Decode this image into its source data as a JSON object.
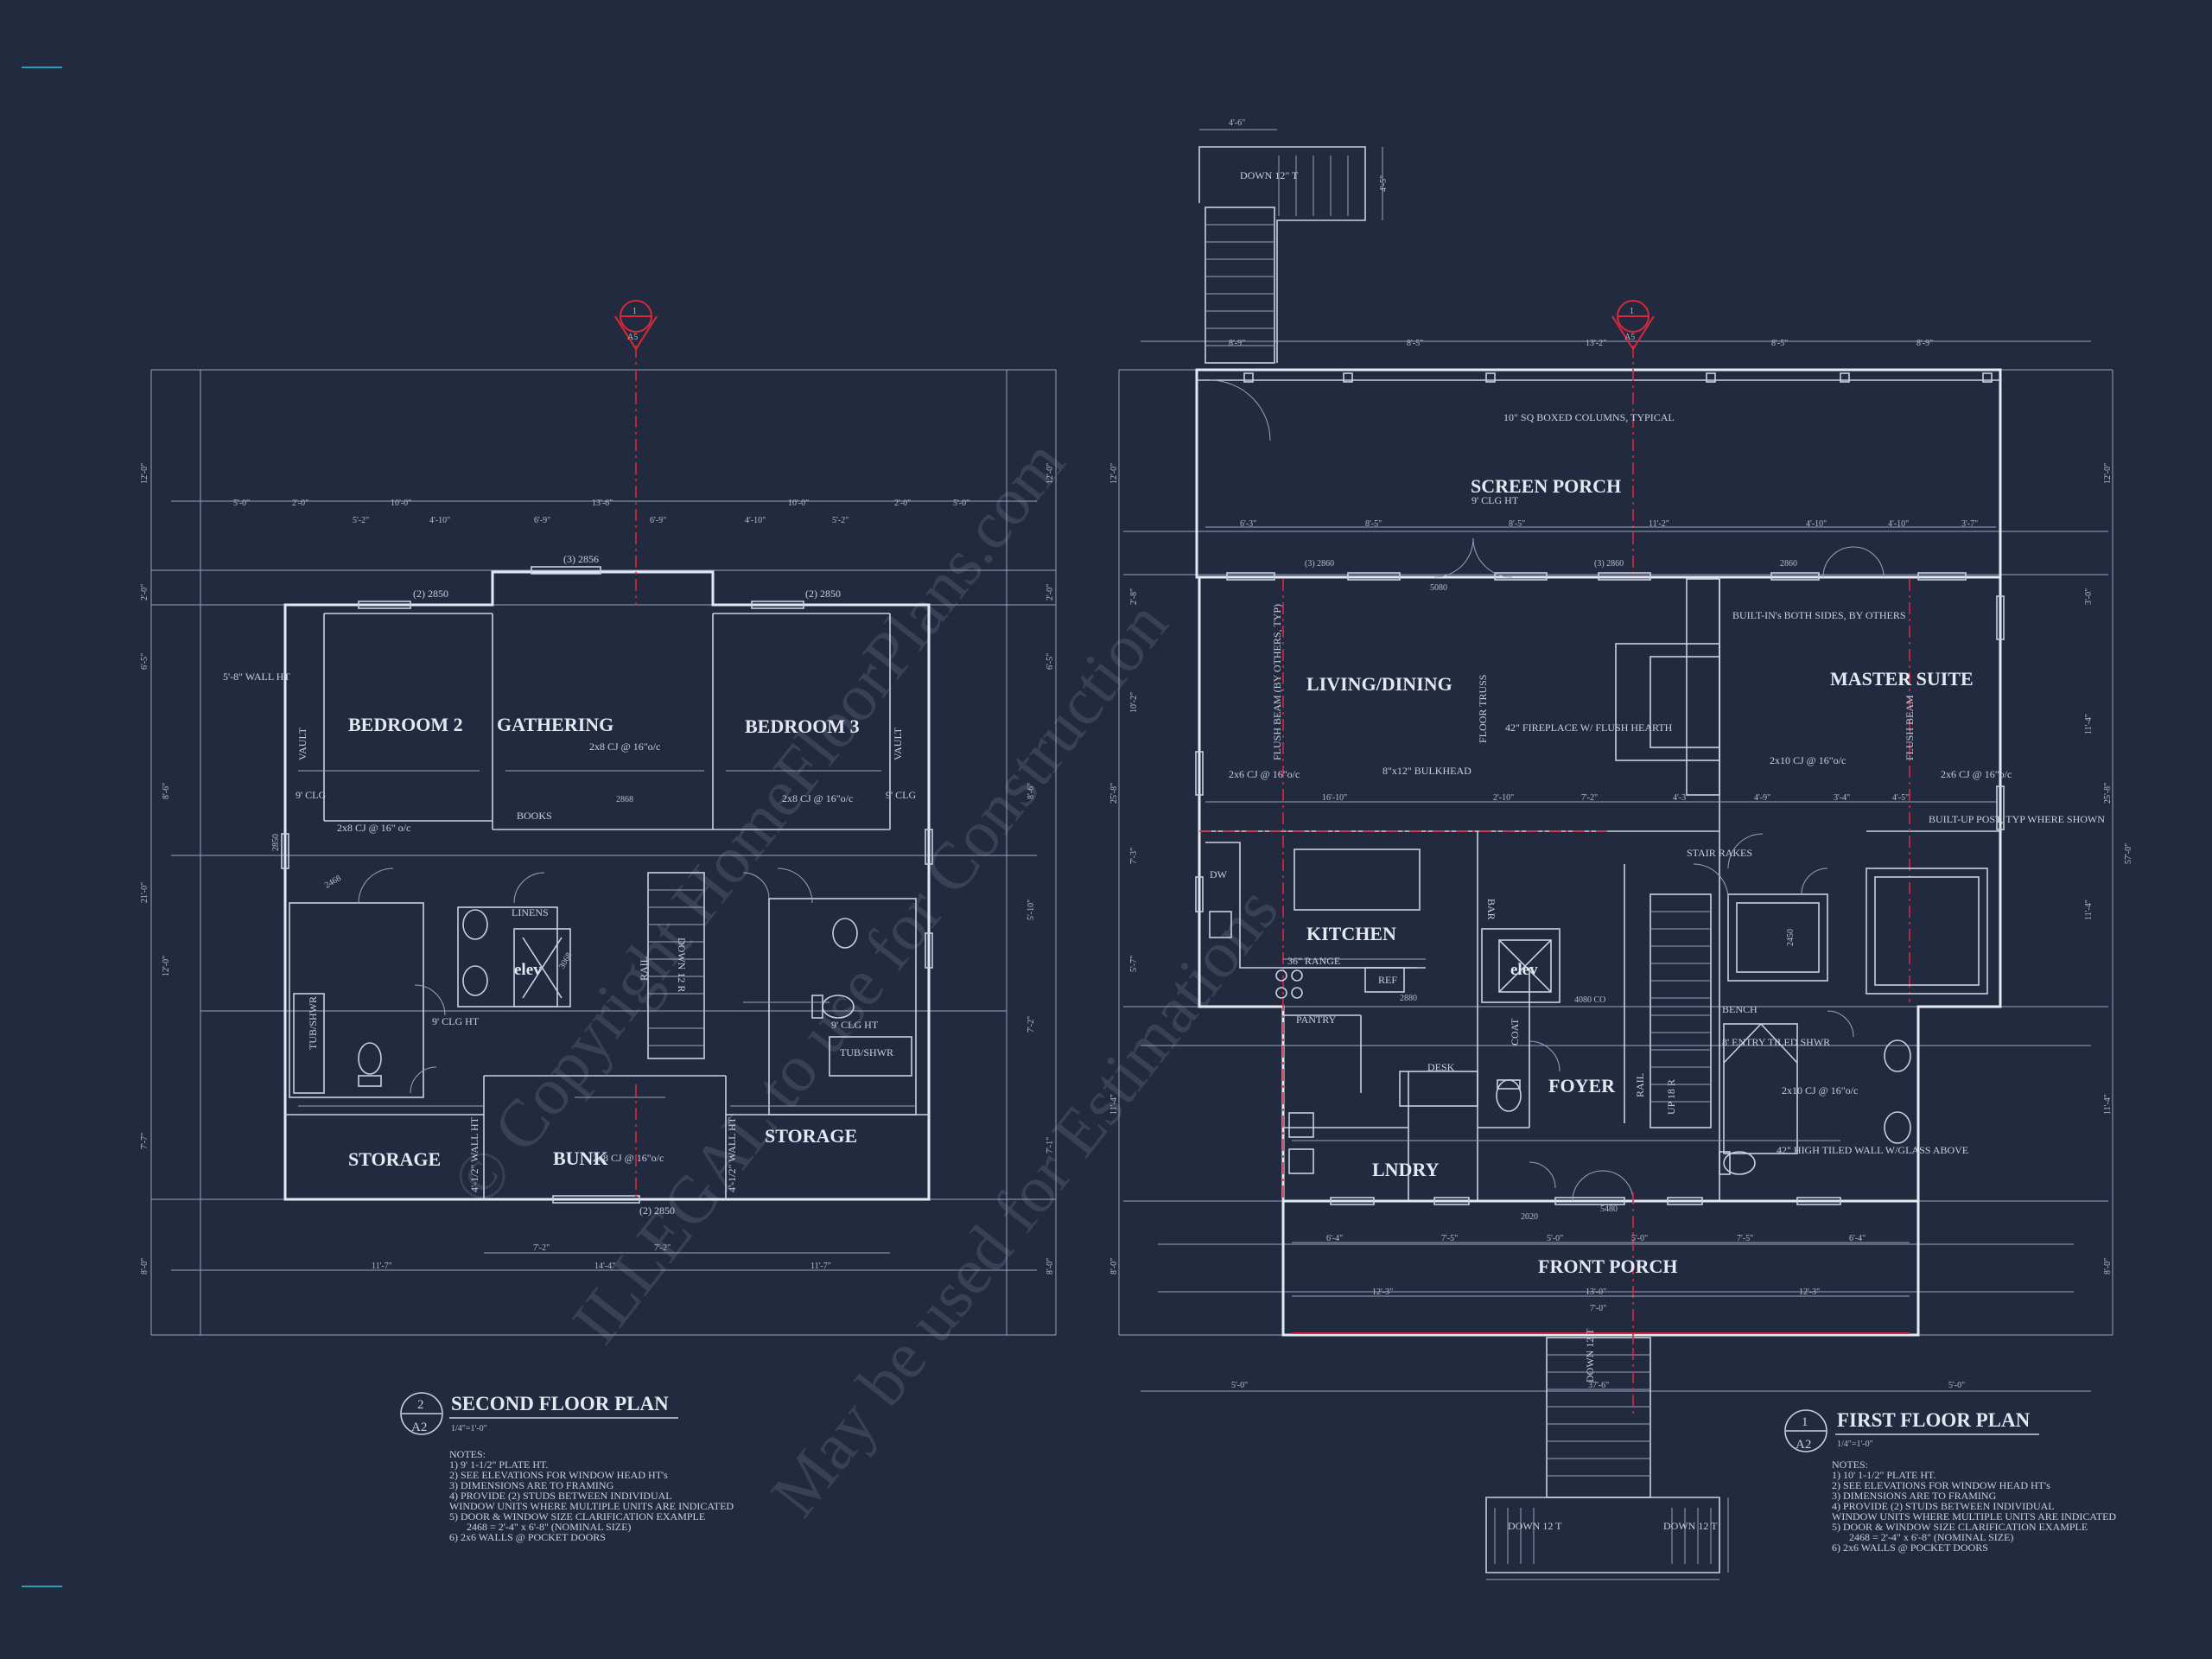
{
  "second_floor": {
    "rooms": {
      "bedroom2": "BEDROOM 2",
      "gathering": "GATHERING",
      "bedroom3": "BEDROOM 3",
      "storage_left": "STORAGE",
      "bunk": "BUNK",
      "storage_right": "STORAGE",
      "elev": "elev"
    },
    "labels": {
      "window_2856": "(3) 2856",
      "window_2850_l": "(2) 2850",
      "window_2850_r": "(2) 2850",
      "window_2850_b": "(2) 2850",
      "wall_ht": "5'-8\" WALL HT",
      "cj_gathering": "2x8 CJ @ 16\"o/c",
      "cj_bed2": "2x8 CJ @ 16\" o/c",
      "cj_bed3": "2x8 CJ @ 16\"o/c",
      "cj_bunk": "2x8 CJ @ 16\"o/c",
      "books": "BOOKS",
      "linens": "LINENS",
      "rail": "RAIL",
      "down": "DOWN 12 R",
      "tub_left": "TUB/SHWR",
      "tub_right": "TUB/SHWR",
      "clg_9_l": "9' CLG",
      "clg_9_r": "9' CLG",
      "clg_ht_l": "9' CLG HT",
      "clg_ht_r": "9' CLG HT",
      "vault_l": "VAULT",
      "vault_r": "VAULT",
      "wall_4_l": "4'-1/2\" WALL HT",
      "wall_4_r": "4'-1/2\" WALL HT",
      "d2868": "2868",
      "d3068": "3068",
      "d2468": "2468",
      "d2850": "2850"
    },
    "dims_top": [
      "5'-0\"",
      "2'-0\"",
      "10'-0\"",
      "13'-6\"",
      "10'-0\"",
      "2'-0\"",
      "5'-0\""
    ],
    "dims_top2": [
      "5'-2\"",
      "4'-10\"",
      "6'-9\"",
      "6'-9\"",
      "4'-10\"",
      "5'-2\""
    ],
    "dims_bottom": [
      "11'-7\"",
      "14'-4\"",
      "11'-7\""
    ],
    "dims_bottom2": [
      "7'-2\"",
      "7'-2\""
    ],
    "dims_left": [
      "12'-0\"",
      "2'-0\"",
      "6'-5\"",
      "8'-6\"",
      "21'-0\"",
      "12'-0\"",
      "7'-7\"",
      "8'-0\""
    ],
    "dims_right": [
      "12'-0\"",
      "2'-0\"",
      "6'-5\"",
      "8'-6\"",
      "5'-10\"",
      "7'-2\"",
      "7'-1\"",
      "8'-0\""
    ],
    "section_num": "1",
    "section_sheet": "A5",
    "title_num": "2",
    "title_sheet": "A2",
    "title": "SECOND FLOOR PLAN",
    "scale": "1/4\"=1'-0\"",
    "notes": [
      "NOTES:",
      "1) 9' 1-1/2\" PLATE HT.",
      "2) SEE ELEVATIONS FOR WINDOW HEAD HT's",
      "3) DIMENSIONS ARE TO FRAMING",
      "4) PROVIDE (2) STUDS BETWEEN INDIVIDUAL",
      "WINDOW UNITS WHERE MULTIPLE UNITS ARE INDICATED",
      "5) DOOR & WINDOW SIZE CLARIFICATION EXAMPLE",
      "2468 = 2'-4\" x 6'-8\" (NOMINAL SIZE)",
      "6) 2x6 WALLS @ POCKET DOORS"
    ]
  },
  "first_floor": {
    "rooms": {
      "screen_porch": "SCREEN PORCH",
      "living_dining": "LIVING/DINING",
      "master_suite": "MASTER SUITE",
      "kitchen": "KITCHEN",
      "foyer": "FOYER",
      "lndry": "LNDRY",
      "front_porch": "FRONT PORCH",
      "elev": "elev"
    },
    "labels": {
      "screen_clg": "9' CLG HT",
      "columns": "10\" SQ BOXED COLUMNS, TYPICAL",
      "builtins": "BUILT-IN's BOTH SIDES, BY OTHERS",
      "fireplace": "42\" FIREPLACE W/ FLUSH HEARTH",
      "bulkhead": "8\"x12\" BULKHEAD",
      "flush_beam_l": "FLUSH BEAM (BY OTHERS, TYP)",
      "flush_beam_r": "FLUSH BEAM",
      "floor_truss": "FLOOR TRUSS",
      "cj_liv": "2x6 CJ @ 16\"o/c",
      "cj_master": "2x10 CJ @ 16\"o/c",
      "cj_master2": "2x6 CJ @ 16\"o/c",
      "cj_bath": "2x10 CJ @ 16\"o/c",
      "range": "36\" RANGE",
      "ref": "REF",
      "dw": "DW",
      "pantry": "PANTRY",
      "desk": "DESK",
      "coat": "COAT",
      "bar": "BAR",
      "stair_rakes": "STAIR RAKES",
      "post": "BUILT-UP POST, TYP WHERE SHOWN",
      "bench": "BENCH",
      "shower": "8' ENTRY TILED SHWR",
      "high_wall": "42\" HIGH TILED WALL W/GLASS ABOVE",
      "rail": "RAIL",
      "up": "UP 18 R",
      "down_top": "DOWN 12\" T",
      "down_front": "DOWN 12 T",
      "down_bl": "DOWN 12 T",
      "down_br": "DOWN 12 T",
      "window_5080": "5080",
      "window_3_2860_l": "(3) 2860",
      "window_3_2860_r": "(3) 2860",
      "w2860": "2860",
      "w2020": "2020",
      "d5480": "5480",
      "d2880": "2880",
      "d4080": "4080 CO",
      "d2450": "2450"
    },
    "dims_top": [
      "8'-9\"",
      "8'-5\"",
      "13'-2\"",
      "8'-5\"",
      "8'-9\""
    ],
    "dims_porch": [
      "6'-3\"",
      "8'-5\"",
      "8'-5\"",
      "11'-2\"",
      "4'-10\"",
      "4'-10\"",
      "3'-7\""
    ],
    "dims_mid": [
      "16'-10\"",
      "2'-10\"",
      "7'-2\"",
      "4'-3\"",
      "4'-9\"",
      "3'-4\"",
      "4'-5\""
    ],
    "dims_front": [
      "6'-4\"",
      "7'-5\"",
      "5'-0\"",
      "5'-0\"",
      "7'-5\"",
      "6'-4\""
    ],
    "dims_front2": [
      "12'-3\"",
      "13'-0\"",
      "12'-3\""
    ],
    "dims_bottom": [
      "5'-0\"",
      "37'-6\"",
      "5'-0\""
    ],
    "dims_stair": [
      "4'-6\"",
      "4'-5\"",
      "7'-0\""
    ],
    "dims_left": [
      "12'-0\"",
      "2'-8\"",
      "10'-2\"",
      "25'-8\"",
      "7'-3\"",
      "5'-7\"",
      "11'-4\"",
      "8'-0\""
    ],
    "dims_right": [
      "12'-0\"",
      "3'-0\"",
      "11'-4\"",
      "25'-8\"",
      "57'-0\"",
      "11'-4\"",
      "11'-4\"",
      "8'-0\""
    ],
    "section_num": "1",
    "section_sheet": "A5",
    "title_num": "1",
    "title_sheet": "A2",
    "title": "FIRST FLOOR PLAN",
    "scale": "1/4\"=1'-0\"",
    "notes": [
      "NOTES:",
      "1) 10' 1-1/2\" PLATE HT.",
      "2) SEE ELEVATIONS FOR WINDOW HEAD HT's",
      "3) DIMENSIONS ARE TO FRAMING",
      "4) PROVIDE (2) STUDS BETWEEN INDIVIDUAL",
      "WINDOW UNITS WHERE MULTIPLE UNITS ARE INDICATED",
      "5) DOOR & WINDOW SIZE CLARIFICATION EXAMPLE",
      "2468 = 2'-4\" x 6'-8\" (NOMINAL SIZE)",
      "6) 2x6 WALLS @ POCKET DOORS"
    ]
  },
  "watermark": {
    "line1": "© Copyright HomeFloorPlans.com",
    "line2": "ILLEGAL to use for Construction",
    "line3": "May be used for Estimations"
  },
  "colors": {
    "background": "#222a3f",
    "lines": "#c9cfe0",
    "accent": "#d8283a"
  }
}
